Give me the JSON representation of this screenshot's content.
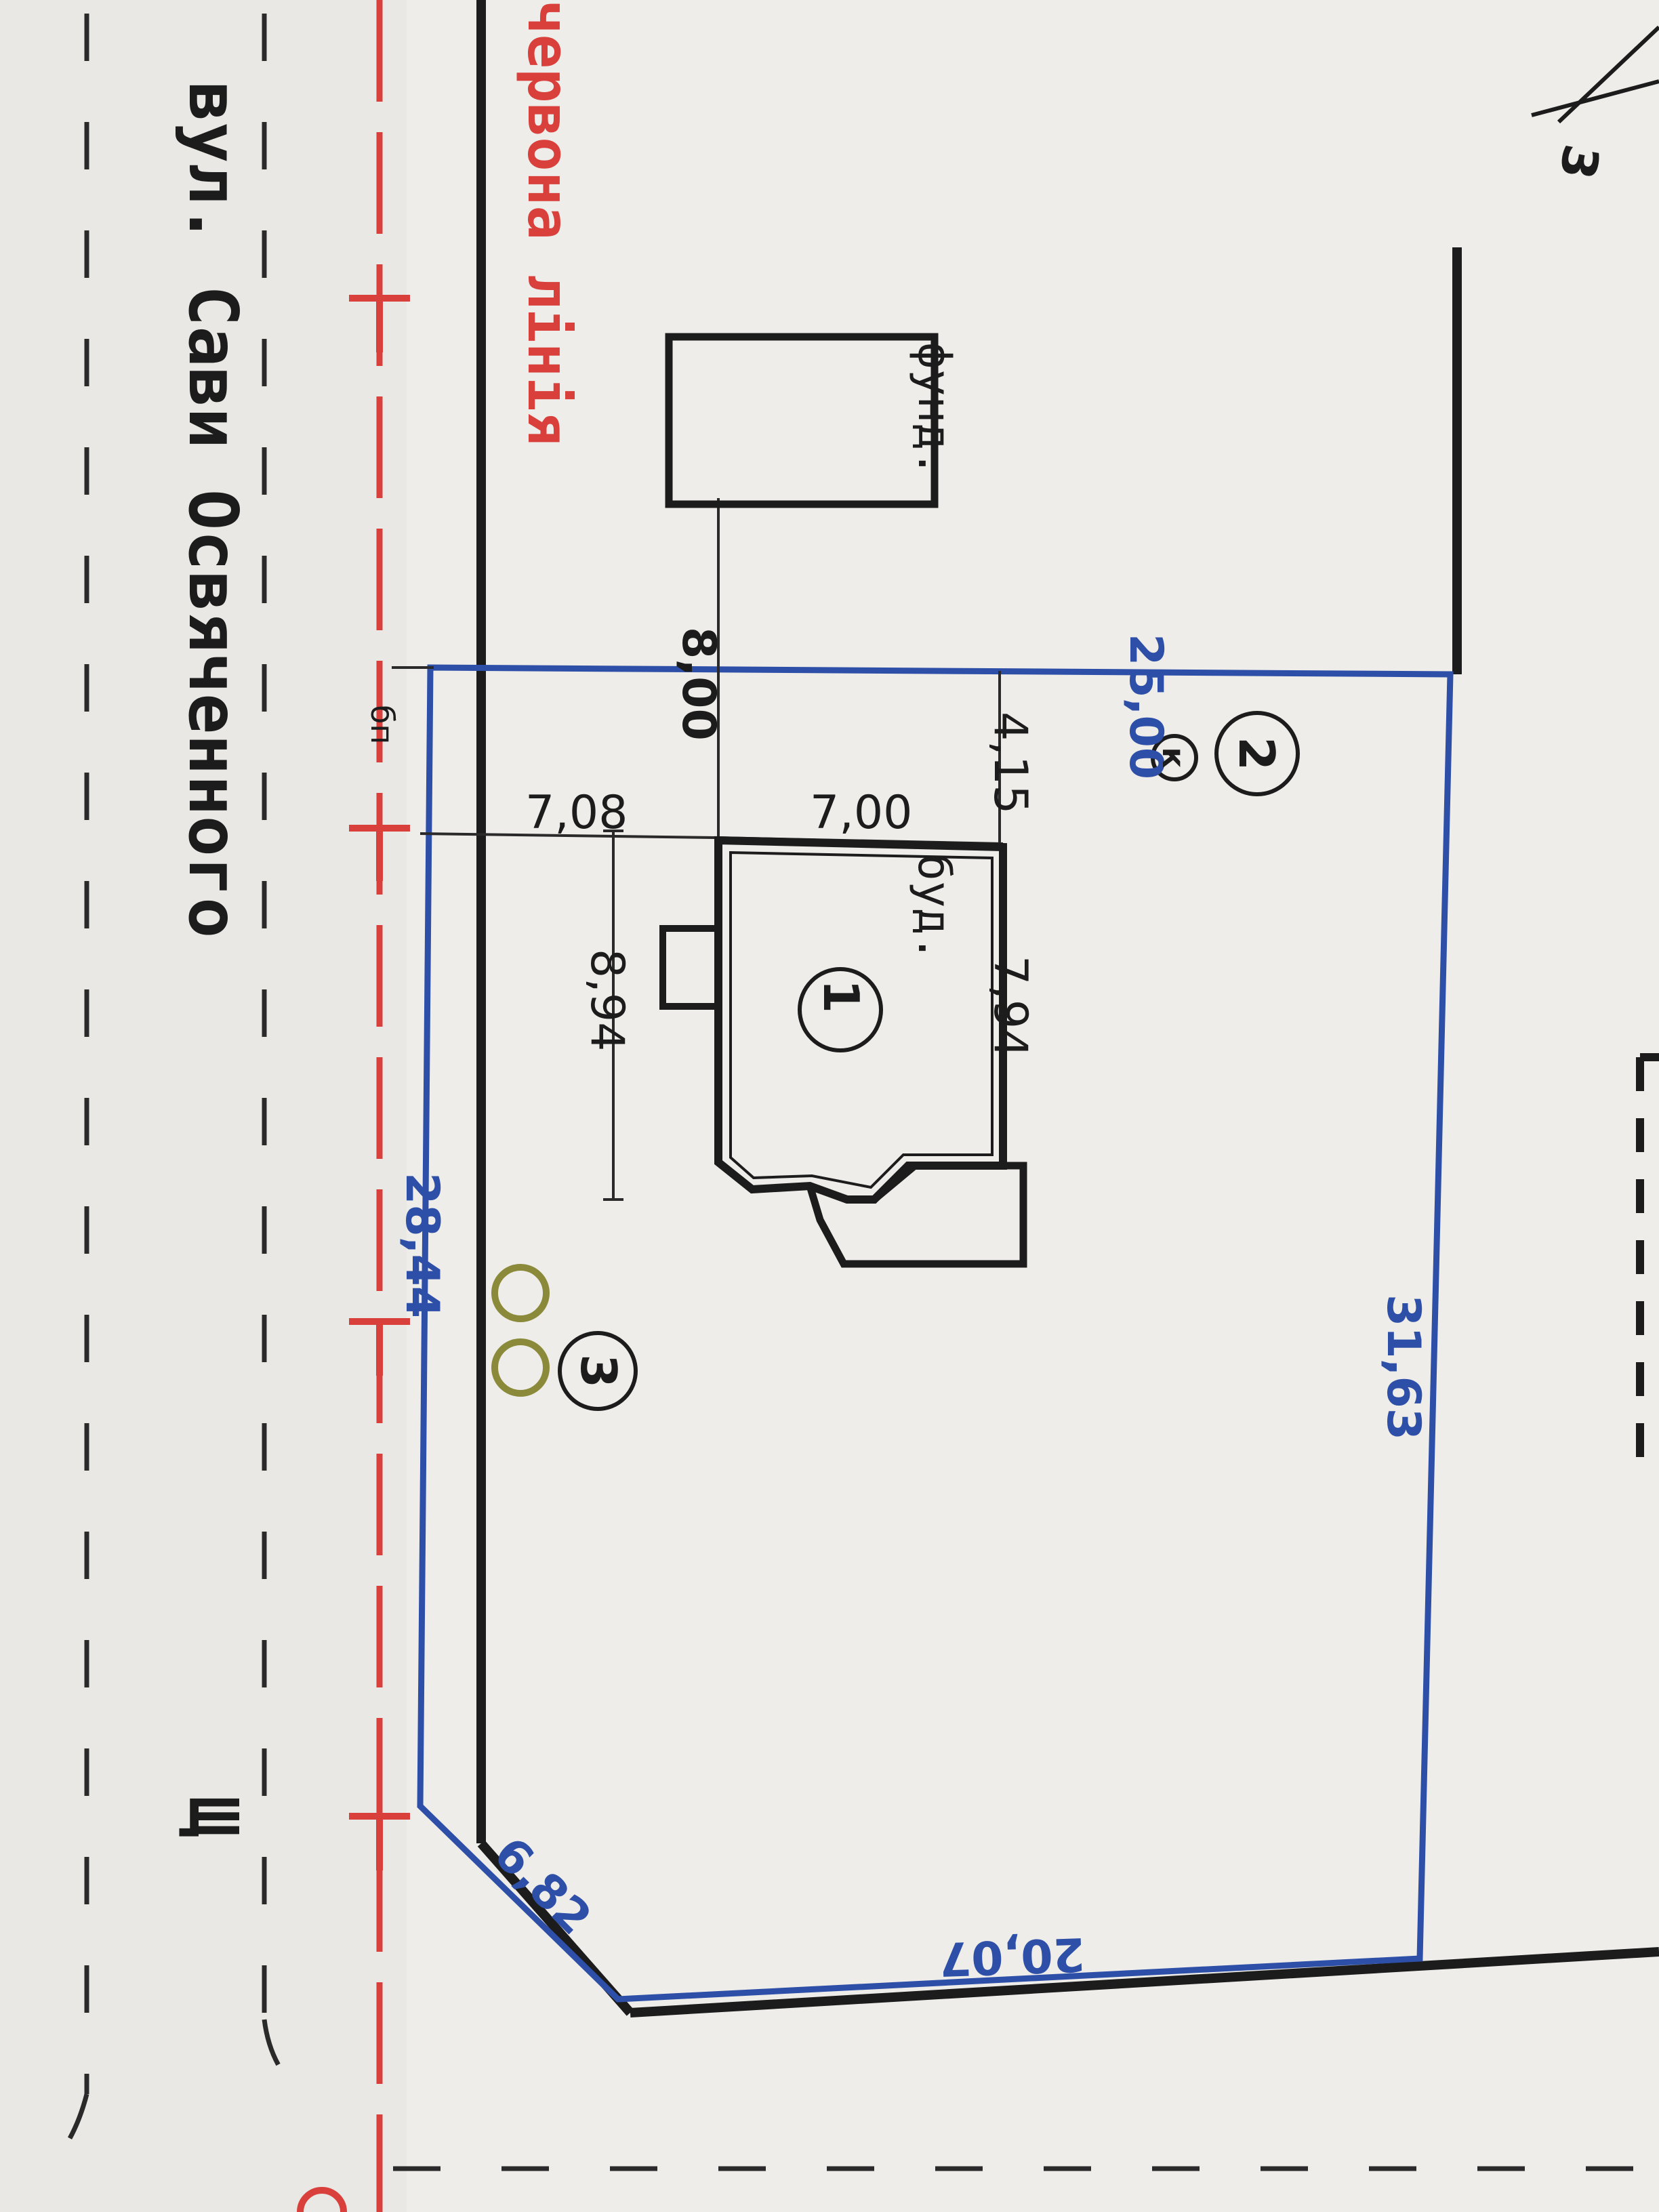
{
  "street": {
    "name": "вул. Сави Освяченного",
    "letter": "Щ"
  },
  "red_line_label": "червона лінія",
  "building_labels": {
    "foundation": "фунд.",
    "building": "буд."
  },
  "markers": {
    "bp": "бп",
    "k": "к",
    "compass_digit": "3"
  },
  "numbered_objects": [
    "1",
    "2",
    "3"
  ],
  "dimensions": {
    "top": "25,00",
    "right": "31,63",
    "bottom": "20,07",
    "left": "28,44",
    "chamfer": "6,82",
    "setback_foundation": "8,00",
    "setback_top": "4,15",
    "setback_left": "7,08",
    "building_width": "7,00",
    "building_height": "7,94",
    "building_offset": "8,94"
  },
  "colors": {
    "boundary": "#2e4fa8",
    "red_line": "#d9403c",
    "outline": "#1c1c1c",
    "trees": "#8a8a3a"
  }
}
